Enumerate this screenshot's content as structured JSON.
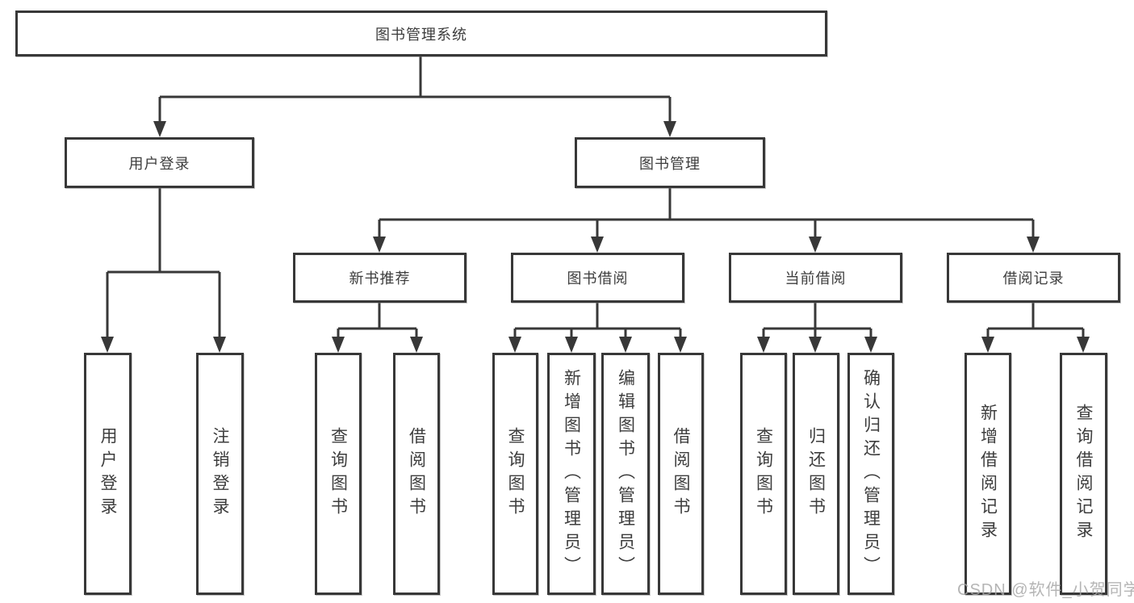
{
  "diagram": {
    "title": "图书管理系统",
    "watermark": "CSDN @软件_小贺同学"
  },
  "colors": {
    "line": "#383838",
    "box_border": "#383838",
    "box_background": "#ffffff",
    "text": "#3d3d3d",
    "watermark_text": "#a8a8a8",
    "page_background": "#ffffff"
  },
  "nodes": [
    {
      "id": "root",
      "label": "图书管理系统"
    },
    {
      "id": "user-login",
      "label": "用户登录"
    },
    {
      "id": "book-management",
      "label": "图书管理"
    },
    {
      "id": "new-book-recommend",
      "label": "新书推荐"
    },
    {
      "id": "book-borrowing",
      "label": "图书借阅"
    },
    {
      "id": "current-borrowing",
      "label": "当前借阅"
    },
    {
      "id": "borrowing-records",
      "label": "借阅记录"
    },
    {
      "id": "leaf-user-login",
      "label": "用户登录"
    },
    {
      "id": "leaf-logout",
      "label": "注销登录"
    },
    {
      "id": "leaf-query-books-recommend",
      "label": "查询图书"
    },
    {
      "id": "leaf-borrow-books-recommend",
      "label": "借阅图书"
    },
    {
      "id": "leaf-query-books-borrowing",
      "label": "查询图书"
    },
    {
      "id": "leaf-add-books-admin",
      "label": "新增图书（管理员）"
    },
    {
      "id": "leaf-edit-books-admin",
      "label": "编辑图书（管理员）"
    },
    {
      "id": "leaf-borrow-books-borrowing",
      "label": "借阅图书"
    },
    {
      "id": "leaf-query-books-current",
      "label": "查询图书"
    },
    {
      "id": "leaf-return-books",
      "label": "归还图书"
    },
    {
      "id": "leaf-confirm-return-admin",
      "label": "确认归还（管理员）"
    },
    {
      "id": "leaf-add-borrow-record",
      "label": "新增借阅记录"
    },
    {
      "id": "leaf-query-borrow-record",
      "label": "查询借阅记录"
    }
  ],
  "hierarchy": {
    "root": "图书管理系统",
    "children": [
      {
        "label": "用户登录",
        "children": [
          "用户登录",
          "注销登录"
        ]
      },
      {
        "label": "图书管理",
        "children": [
          {
            "label": "新书推荐",
            "children": [
              "查询图书",
              "借阅图书"
            ]
          },
          {
            "label": "图书借阅",
            "children": [
              "查询图书",
              "新增图书（管理员）",
              "编辑图书（管理员）",
              "借阅图书"
            ]
          },
          {
            "label": "当前借阅",
            "children": [
              "查询图书",
              "归还图书",
              "确认归还（管理员）"
            ]
          },
          {
            "label": "借阅记录",
            "children": [
              "新增借阅记录",
              "查询借阅记录"
            ]
          }
        ]
      }
    ]
  }
}
